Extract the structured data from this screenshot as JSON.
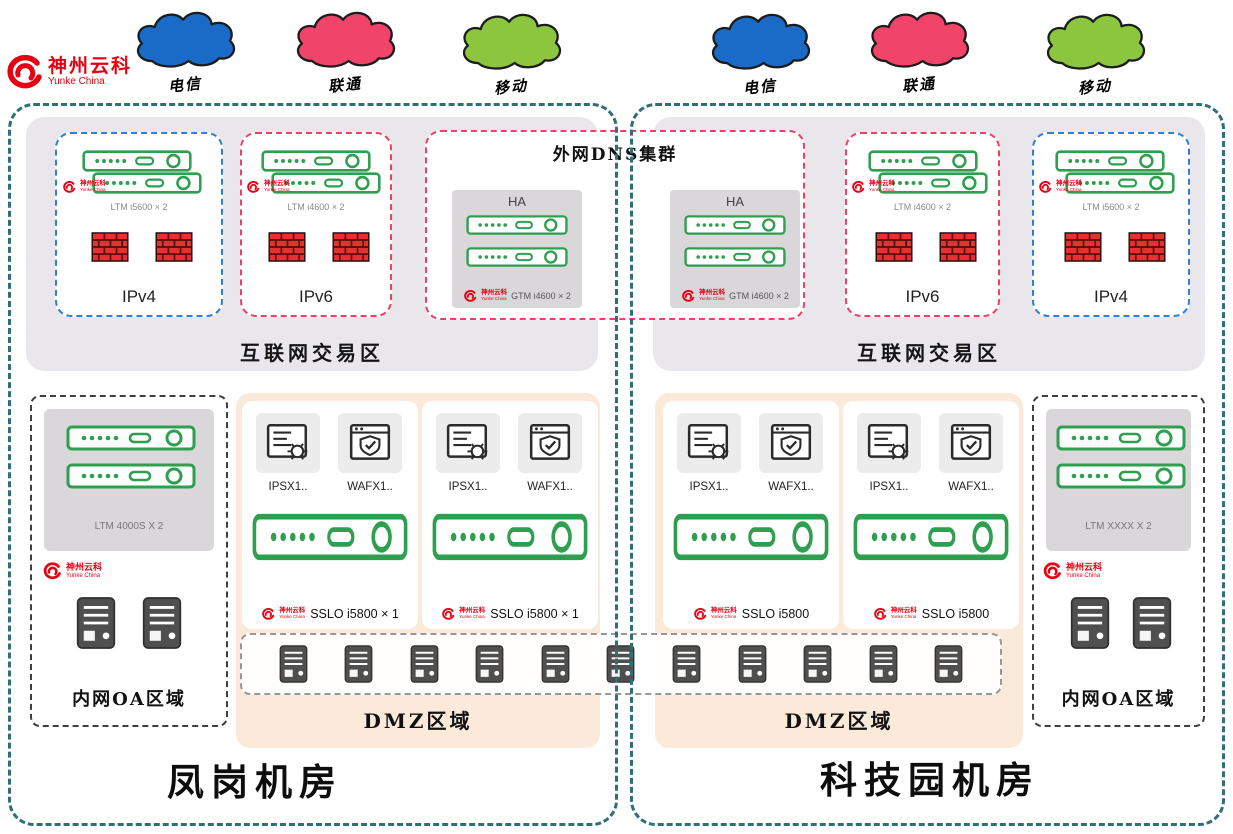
{
  "logo": {
    "title": "神州云科",
    "subtitle": "Yunke China"
  },
  "isps": [
    {
      "label": "电信",
      "color": "#1a6bc7"
    },
    {
      "label": "联通",
      "color": "#f04569"
    },
    {
      "label": "移动",
      "color": "#8cc63f"
    },
    {
      "label": "电信",
      "color": "#1a6bc7"
    },
    {
      "label": "联通",
      "color": "#f04569"
    },
    {
      "label": "移动",
      "color": "#8cc63f"
    }
  ],
  "dns_cluster": {
    "title": "外网DNS集群",
    "ha_label": "HA",
    "device": "GTM i4600 × 2"
  },
  "left_dc": {
    "name": "凤岗机房",
    "internet_zone_label": "互联网交易区",
    "ipv4_label": "IPv4",
    "ipv4_device": "LTM i5600 × 2",
    "ipv6_label": "IPv6",
    "ipv6_device": "LTM i4600 × 2",
    "oa_label": "内网OA区域",
    "oa_device": "LTM 4000S X 2",
    "dmz_label": "DMZ区域",
    "ips_label": "IPSX1..",
    "waf_label": "WAFX1..",
    "sslo_label": "SSLO i5800 × 1"
  },
  "right_dc": {
    "name": "科技园机房",
    "internet_zone_label": "互联网交易区",
    "ipv6_label": "IPv6",
    "ipv6_device": "LTM i4600 × 2",
    "ipv4_label": "IPv4",
    "ipv4_device": "LTM i5600 × 2",
    "oa_label": "内网OA区域",
    "oa_device": "LTM XXXX X 2",
    "dmz_label": "DMZ区域",
    "ips_label": "IPSX1..",
    "waf_label": "WAFX1..",
    "sslo_label": "SSLO i5800"
  },
  "colors": {
    "dc_border": "#2e6f79",
    "ipv4_border": "#2f7fd4",
    "ipv6_border": "#ef4066",
    "dmz_bg": "#fbe9d9",
    "zone_bg": "#e9e7ec",
    "device_green": "#2e9e4f",
    "logo_red": "#e60012",
    "firewall_red": "#e53230"
  }
}
